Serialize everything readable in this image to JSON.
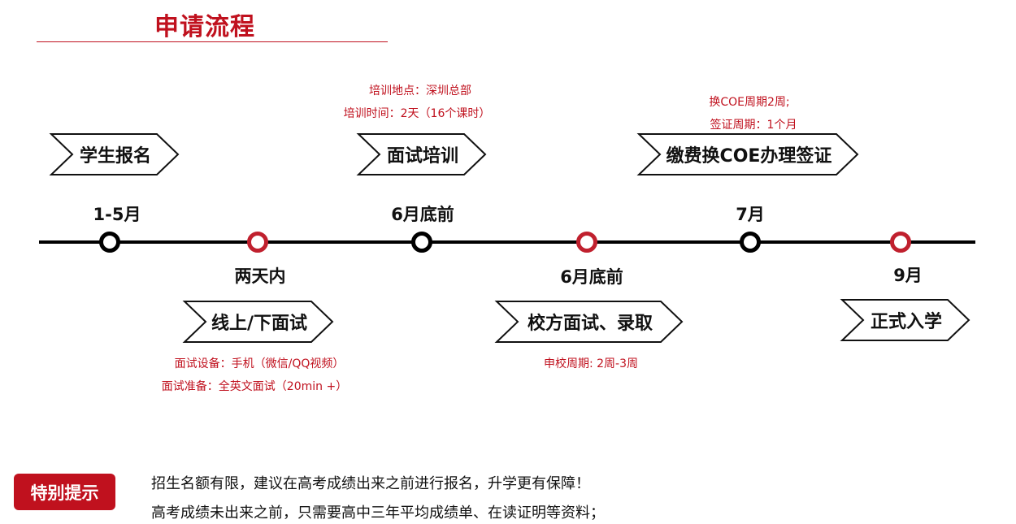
{
  "title": "申请流程",
  "steps": [
    {
      "label": "学生报名"
    },
    {
      "label": "线上/下面试"
    },
    {
      "label": "面试培训"
    },
    {
      "label": "校方面试、录取"
    },
    {
      "label": "缴费换COE办理签证"
    },
    {
      "label": "正式入学"
    }
  ],
  "dates": [
    "1-5月",
    "两天内",
    "6月底前",
    "6月底前",
    "7月",
    "9月"
  ],
  "notes": {
    "interview_device": "面试设备：手机（微信/QQ视频）",
    "interview_prep": "面试准备：全英文面试（20min +）",
    "training_location": "培训地点：深圳总部",
    "training_time": "培训时间：2天（16个课时）",
    "school_cycle": "申校周期: 2周-3周",
    "coe_cycle": "换COE周期2周;",
    "visa_cycle": "签证周期：1个月"
  },
  "tip": {
    "badge": "特别提示",
    "lines": [
      "招生名额有限，建议在高考成绩出来之前进行报名，升学更有保障！",
      "高考成绩未出来之前，只需要高中三年平均成绩单、在读证明等资料；"
    ]
  },
  "colors": {
    "accent_red": "#c0111e",
    "node_red": "#c0202e",
    "line": "#000000"
  }
}
